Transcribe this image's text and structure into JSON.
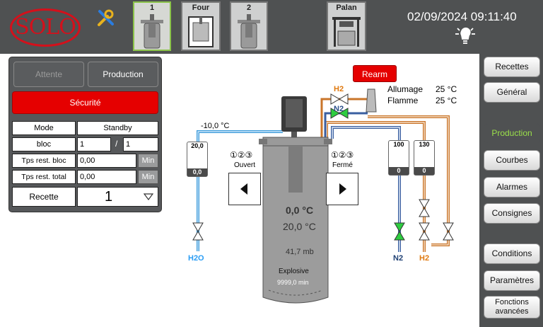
{
  "header": {
    "logo": "SOLO",
    "datetime": "02/09/2024 09:11:40",
    "tabs": [
      {
        "label": "1",
        "active": true
      },
      {
        "label": "Four",
        "active": false
      },
      {
        "label": "2",
        "active": false
      },
      {
        "label": "Palan",
        "active": false
      }
    ]
  },
  "control": {
    "attente": "Attente",
    "production": "Production",
    "securite": "Sécurité",
    "rows": [
      {
        "label": "Mode",
        "value": "Standby"
      },
      {
        "label": "bloc",
        "value": "1",
        "value2": "1",
        "sep": "/"
      },
      {
        "label": "Tps rest. bloc",
        "value": "0,00",
        "unit": "Min"
      },
      {
        "label": "Tps rest. total",
        "value": "0,00",
        "unit": "Min"
      },
      {
        "label": "Recette",
        "value": "1"
      }
    ]
  },
  "sidebar": {
    "items": [
      {
        "label": "Recettes"
      },
      {
        "label": "Général"
      },
      {
        "label": "Production",
        "active": true
      },
      {
        "label": "Courbes"
      },
      {
        "label": "Alarmes"
      },
      {
        "label": "Consignes"
      },
      {
        "label": "Conditions"
      },
      {
        "label": "Paramètres"
      },
      {
        "label": "Fonctions avancées"
      }
    ]
  },
  "process": {
    "rearm": "Rearm",
    "allumage_label": "Allumage",
    "allumage_value": "25 °C",
    "flamme_label": "Flamme",
    "flamme_value": "25 °C",
    "h2_top": "H2",
    "n2_top": "N2",
    "pipe_temp": "-10,0 °C",
    "left_tank": {
      "top": "20,0",
      "bottom": "0,0"
    },
    "tank_100": {
      "top": "100",
      "bottom": "0"
    },
    "tank_130": {
      "top": "130",
      "bottom": "0"
    },
    "ouvert": "Ouvert",
    "ferme": "Fermé",
    "steps": "①②③",
    "vessel": {
      "temp1": "0,0 °C",
      "temp2": "20,0 °C",
      "pressure": "41,7 mb",
      "mode": "Explosive",
      "time": "9999,0 min"
    },
    "h2o": "H2O",
    "n2_bottom": "N2",
    "h2_bottom": "H2"
  },
  "colors": {
    "red": "#e50000",
    "green_active": "#9be04a",
    "water": "#2a9df4",
    "h2": "#e07a10",
    "valve_green": "#2ecc40"
  }
}
